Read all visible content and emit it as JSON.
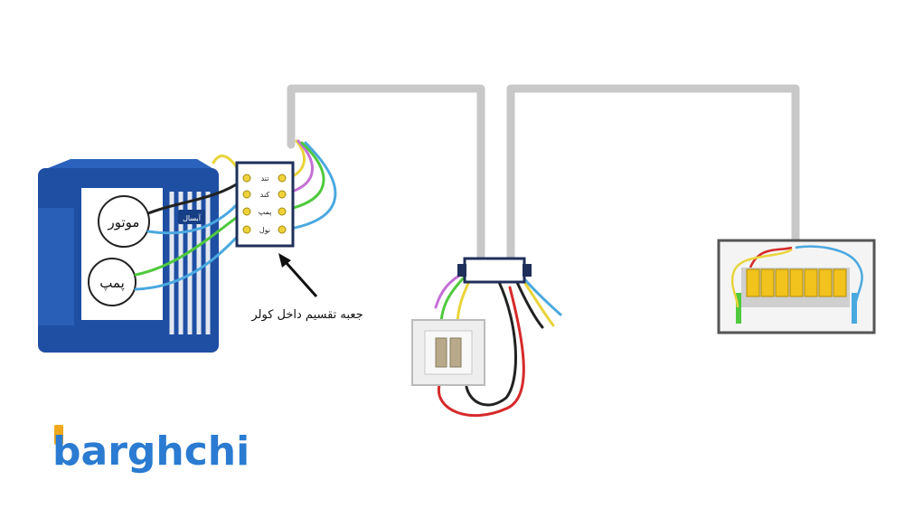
{
  "cooler": {
    "brand_badge": "آبسال",
    "motor_label": "موتور",
    "pump_label": "پمپ"
  },
  "junction_box": {
    "terminals": [
      "تند",
      "کند",
      "پمپ",
      "نول"
    ],
    "caption": "جعبه تقسیم داخل کولر"
  },
  "brand": {
    "name": "barghchi",
    "color": "#2a7bd1",
    "accent": "#f2a81d"
  },
  "colors": {
    "conduit": "#c8c8c8",
    "wire_yellow": "#e9d43a",
    "wire_purple": "#c46fd6",
    "wire_green": "#4fc93d",
    "wire_blue": "#4aa8e0",
    "wire_black": "#222222",
    "wire_red": "#d62a2a",
    "cooler_blue": "#1f4fa3"
  }
}
